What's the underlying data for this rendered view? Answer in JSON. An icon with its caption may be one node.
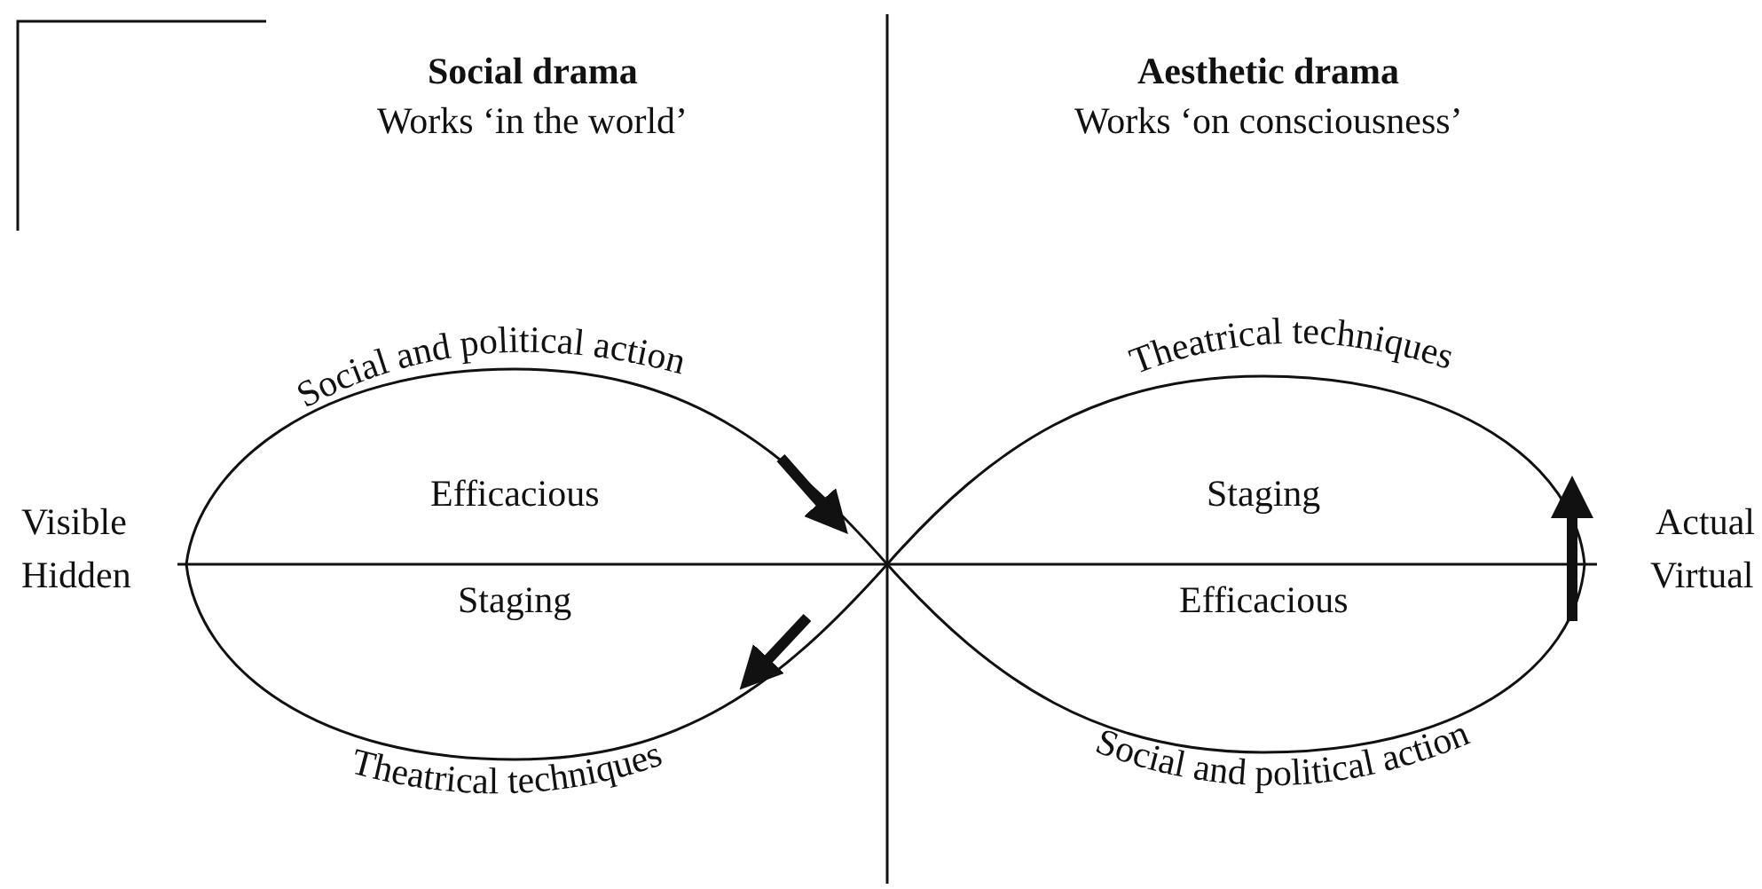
{
  "diagram": {
    "labels": [
      "Social drama",
      "Works ‘in the world’",
      "Aesthetic drama",
      "Works ‘on consciousness’",
      "Social and political action",
      "Theatrical techniques",
      "Efficacious",
      "Staging",
      "Visible",
      "Actual",
      "Hidden",
      "Virtual",
      "Staging",
      "Efficacious",
      "Theatrical techniques",
      "Social and political action"
    ]
  }
}
